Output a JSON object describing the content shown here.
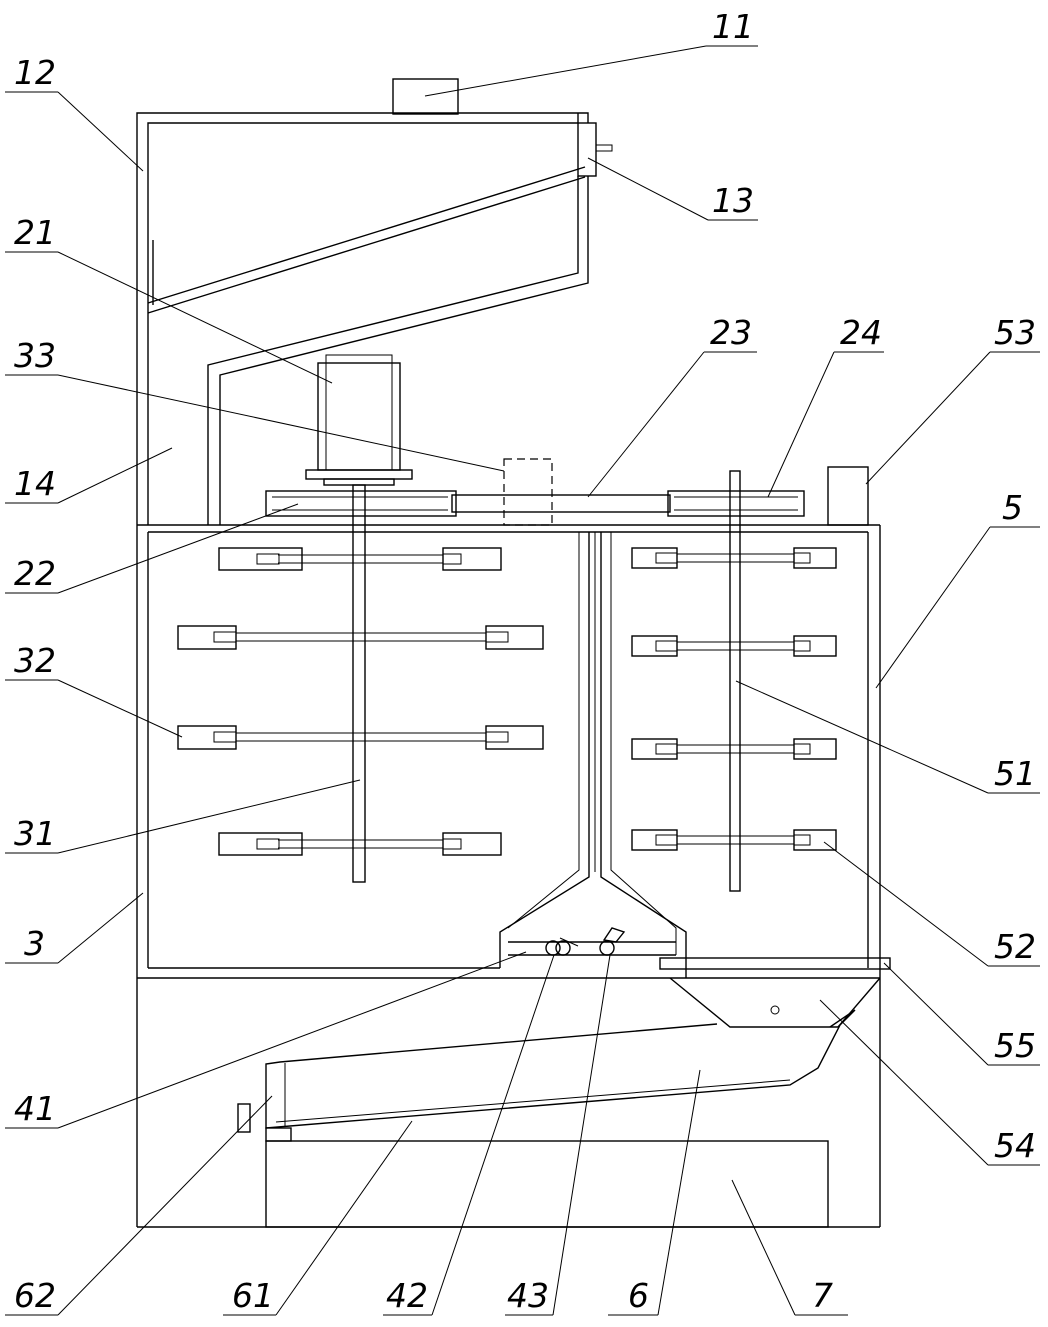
{
  "labels": {
    "l11": "11",
    "l12": "12",
    "l13": "13",
    "l21": "21",
    "l33": "33",
    "l23": "23",
    "l24": "24",
    "l53": "53",
    "l14": "14",
    "l5": "5",
    "l22": "22",
    "l32": "32",
    "l51": "51",
    "l31": "31",
    "l52": "52",
    "l3": "3",
    "l55": "55",
    "l41": "41",
    "l54": "54",
    "l62": "62",
    "l61": "61",
    "l42": "42",
    "l43": "43",
    "l6": "6",
    "l7": "7"
  }
}
